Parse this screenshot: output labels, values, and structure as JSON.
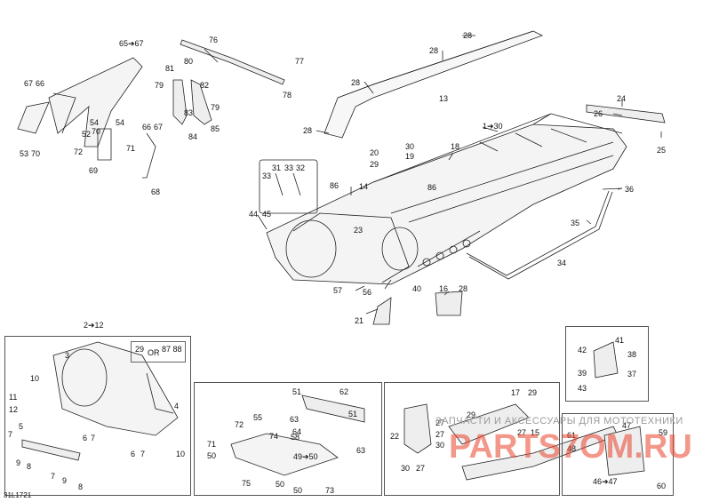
{
  "drawing_code": "31L1721",
  "watermark": {
    "line1": "ЗАПЧАСТИ И АКСЕССУАРЫ ДЛЯ МОТОТЕХНИКИ",
    "line2": "PARTS7OM.RU"
  },
  "or_box": {
    "left": "29",
    "or": "OR",
    "right": "87 88"
  },
  "callouts": {
    "c65_67": "65➔67",
    "c76": "76",
    "c28a": "28",
    "c77": "77",
    "c78": "78",
    "c67": "67",
    "c66": "66",
    "c81": "81",
    "c80": "80",
    "c79a": "79",
    "c82": "82",
    "c83": "83",
    "c79b": "79",
    "c84": "84",
    "c85": "85",
    "c54a": "54",
    "c52": "52",
    "c70a": "70",
    "c54b": "54",
    "c66b": "66",
    "c67b": "67",
    "c53": "53",
    "c70b": "70",
    "c72": "72",
    "c69": "69",
    "c71": "71",
    "c68": "68",
    "c28b": "28",
    "c28c": "28",
    "c13": "13",
    "c28d": "28",
    "c24": "24",
    "c26": "26",
    "c1_30": "1➔30",
    "c25": "25",
    "c18": "18",
    "c20": "20",
    "c29a": "29",
    "c30a": "30",
    "c19": "19",
    "c31": "31",
    "c33a": "33",
    "c32": "32",
    "c33b": "33",
    "c86a": "86",
    "c14": "14",
    "c86b": "86",
    "c36": "36",
    "c44": "44",
    "c45": "45",
    "c23": "23",
    "c35": "35",
    "c34": "34",
    "c57": "57",
    "c56": "56",
    "c40": "40",
    "c16": "16",
    "c28e": "28",
    "c21": "21",
    "c2_12": "2➔12",
    "c3": "3",
    "c10a": "10",
    "c11": "11",
    "c12": "12",
    "c4": "4",
    "c7a": "7",
    "c5": "5",
    "c6a": "6",
    "c7b": "7",
    "c6b": "6",
    "c7c": "7",
    "c9a": "9",
    "c8a": "8",
    "c7d": "7",
    "c9b": "9",
    "c8b": "8",
    "c10b": "10",
    "c51a": "51",
    "c62": "62",
    "c63a": "63",
    "c51b": "51",
    "c64": "64",
    "c63b": "63",
    "c72b": "72",
    "c55": "55",
    "c71b": "71",
    "c58": "58",
    "c50a": "50",
    "c74": "74",
    "c49_50": "49➔50",
    "c75": "75",
    "c50b": "50",
    "c73": "73",
    "c17": "17",
    "c29b": "29",
    "c29c": "29",
    "c27a": "27",
    "c27b": "27",
    "c15": "15",
    "c22": "22",
    "c27c": "27",
    "c30b": "30",
    "c30c": "30",
    "c27d": "27",
    "c41": "41",
    "c42": "42",
    "c38": "38",
    "c39": "39",
    "c37": "37",
    "c43": "43",
    "c47": "47",
    "c59": "59",
    "c61": "61",
    "c48": "48",
    "c46_47": "46➔47",
    "c60": "60"
  }
}
